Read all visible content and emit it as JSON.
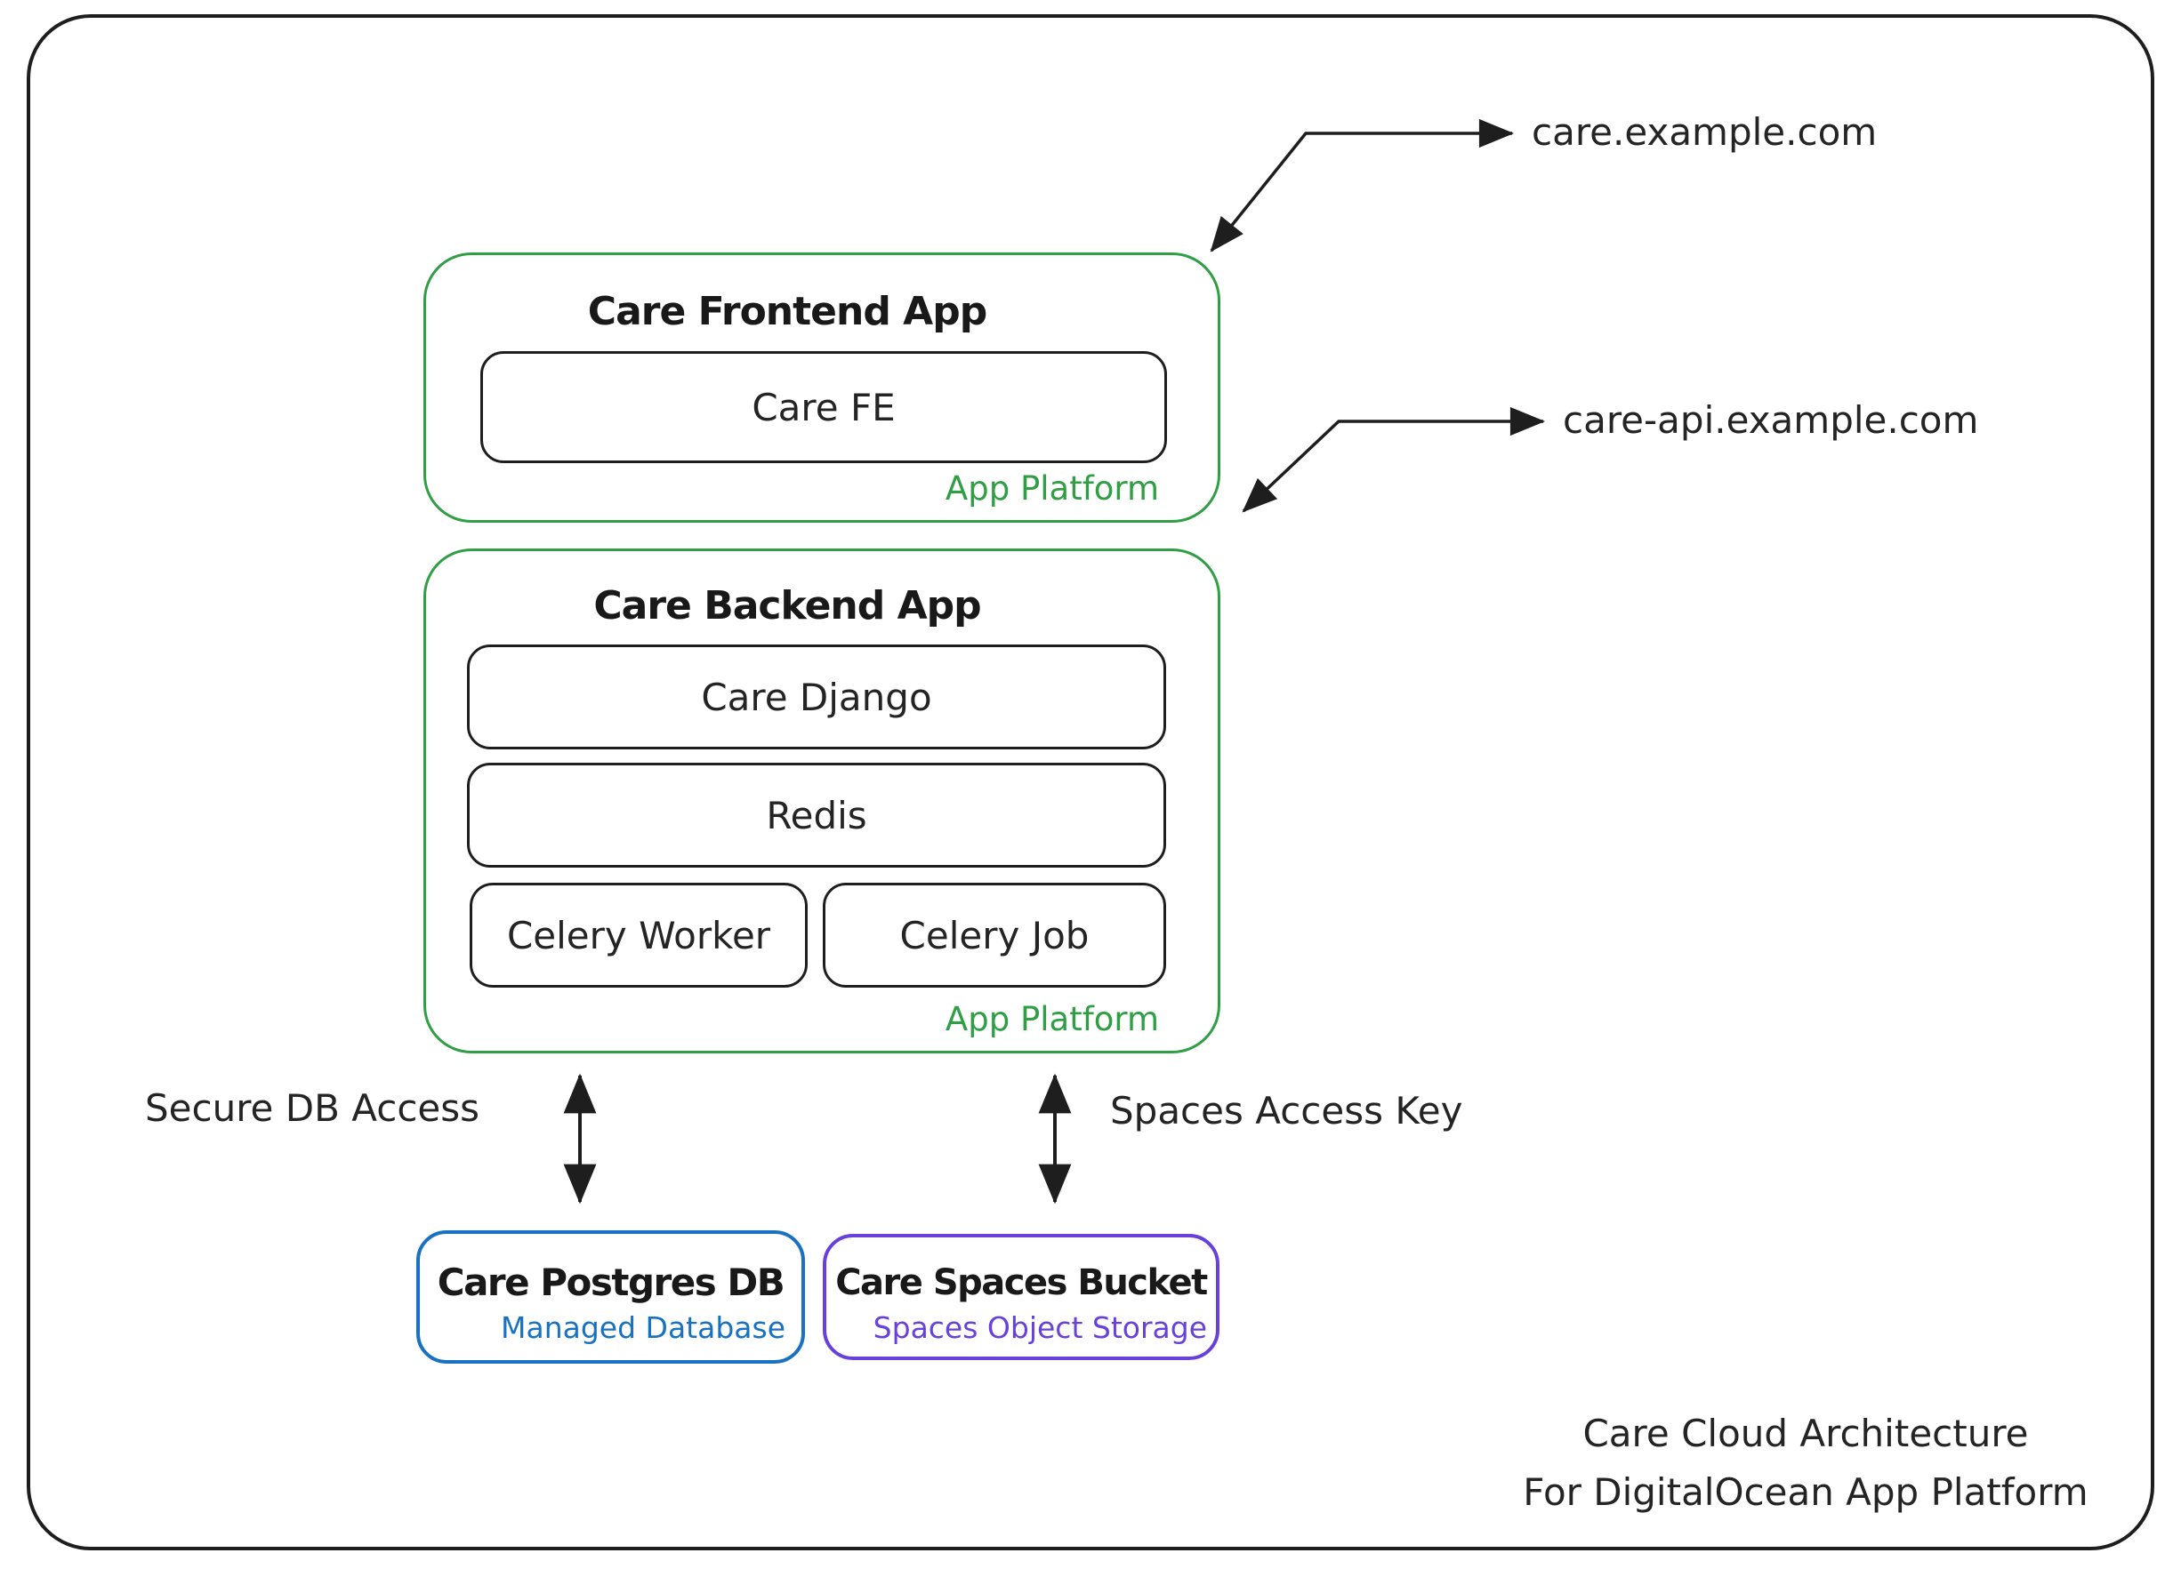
{
  "palette": {
    "green": "#2f9e44",
    "blue": "#1971c2",
    "violet": "#6741d9",
    "ink": "#1e1e1e"
  },
  "domains": {
    "frontend": "care.example.com",
    "backend": "care-api.example.com"
  },
  "frontend_app": {
    "title": "Care Frontend App",
    "service": "Care FE",
    "platform": "App Platform"
  },
  "backend_app": {
    "title": "Care Backend App",
    "services": [
      "Care Django",
      "Redis",
      "Celery Worker",
      "Celery Job"
    ],
    "platform": "App Platform"
  },
  "links": {
    "db": "Secure DB Access",
    "spaces": "Spaces Access Key"
  },
  "postgres": {
    "title": "Care Postgres DB",
    "subtitle": "Managed Database"
  },
  "bucket": {
    "title": "Care Spaces Bucket",
    "subtitle": "Spaces Object Storage"
  },
  "caption": {
    "line1": "Care Cloud Architecture",
    "line2": "For DigitalOcean App Platform"
  }
}
